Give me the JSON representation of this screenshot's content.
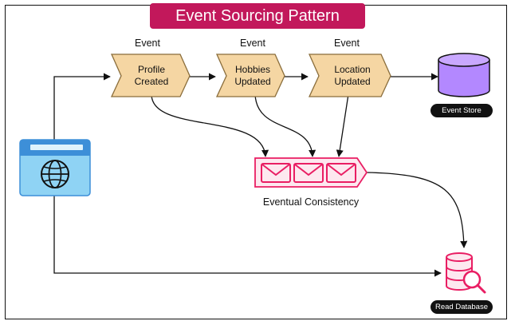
{
  "title": "Event Sourcing Pattern",
  "events": [
    {
      "tag": "Event",
      "line1": "Profile",
      "line2": "Created"
    },
    {
      "tag": "Event",
      "line1": "Hobbies",
      "line2": "Updated"
    },
    {
      "tag": "Event",
      "line1": "Location",
      "line2": "Updated"
    }
  ],
  "event_store_label": "Event Store",
  "consistency_label": "Eventual Consistency",
  "read_db_label": "Read Database",
  "colors": {
    "accent": "#c2185b",
    "event_fill": "#f5d6a3",
    "event_stroke": "#8a6d3b",
    "store_fill": "#b388ff",
    "client_blue": "#3d8fd8",
    "client_light": "#8fd3f4",
    "queue_pink": "#e91e63"
  },
  "icons": {
    "client": "browser-globe-icon",
    "store": "database-cylinder-icon",
    "queue": "envelopes-icon",
    "read_db": "database-search-icon"
  }
}
